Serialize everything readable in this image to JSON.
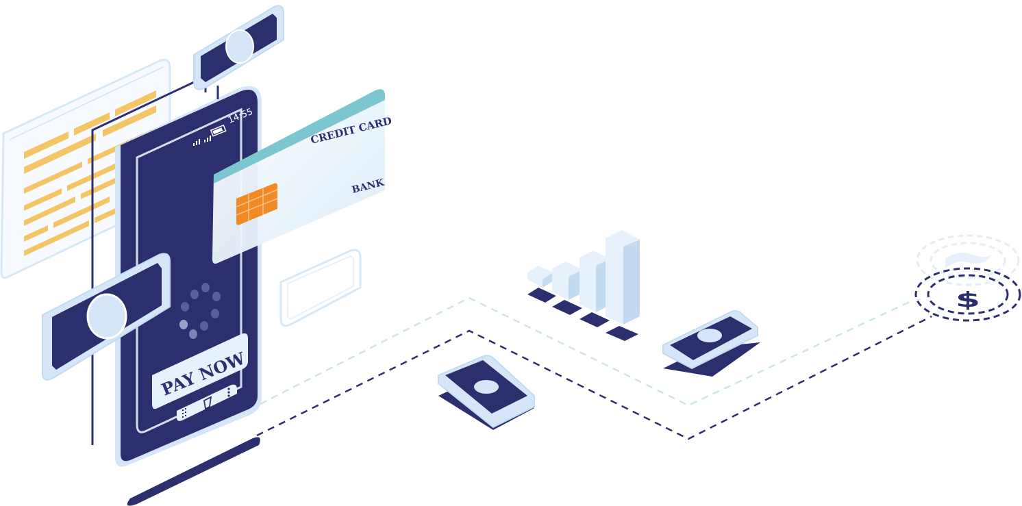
{
  "phone": {
    "status_time": "14:55",
    "pay_button_label": "PAY NOW"
  },
  "credit_card": {
    "title": "CREDIT CARD",
    "bank": "BANK"
  },
  "currency_symbol": "$",
  "colors": {
    "navy": "#2b2f6e",
    "light_blue": "#cfe3f5",
    "pale_blue": "#e6f1fb",
    "yellow": "#f4c566",
    "orange": "#f08a24",
    "teal": "#7cc6cf"
  }
}
